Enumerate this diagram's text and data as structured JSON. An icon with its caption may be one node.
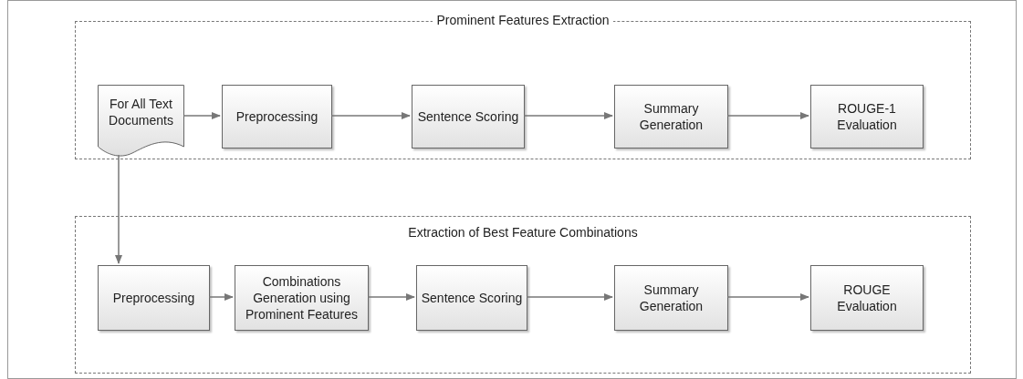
{
  "diagram": {
    "nodes": [
      {
        "text": [
          "Prominent Features Extraction"
        ]
      },
      {
        "text": [
          "For All Text Documents"
        ],
        "in": 0
      },
      {
        "text": [
          "Preprocessing"
        ],
        "in": 0
      },
      {
        "text": [
          "Sentence Scoring"
        ],
        "in": 0
      },
      {
        "text": [
          "Summary Generation"
        ],
        "in": 0
      },
      {
        "text": [
          "ROUGE-1 Evaluation"
        ],
        "in": 0
      },
      {
        "text": [
          "Extraction of Best Feature Combinations"
        ]
      },
      {
        "text": [
          "Preprocessing"
        ],
        "in": 6
      },
      {
        "text": [
          "Combinations Generation using Prominent Features"
        ],
        "in": 6
      },
      {
        "text": [
          "Sentence Scoring"
        ],
        "in": 6
      },
      {
        "text": [
          "Summary Generation"
        ],
        "in": 6
      },
      {
        "text": [
          "ROUGE Evaluation"
        ],
        "in": 6
      }
    ],
    "edges": [
      {
        "from": 1,
        "to": 2,
        "arrow": "to"
      },
      {
        "from": 2,
        "to": 3,
        "arrow": "to"
      },
      {
        "from": 3,
        "to": 4,
        "arrow": "to"
      },
      {
        "from": 4,
        "to": 5,
        "arrow": "to"
      },
      {
        "from": 1,
        "to": 7,
        "arrow": "to"
      },
      {
        "from": 7,
        "to": 8,
        "arrow": "to"
      },
      {
        "from": 8,
        "to": 9,
        "arrow": "to"
      },
      {
        "from": 9,
        "to": 10,
        "arrow": "to"
      },
      {
        "from": 10,
        "to": 11,
        "arrow": "to"
      }
    ]
  }
}
